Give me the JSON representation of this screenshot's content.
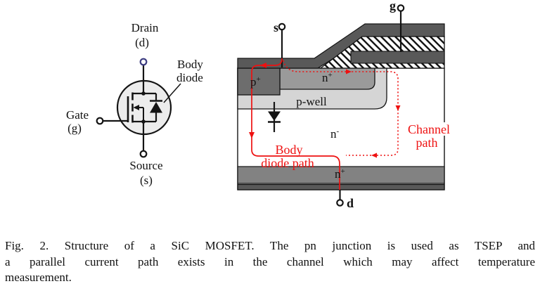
{
  "colors": {
    "metal_gray": "#595959",
    "p_plus_gray": "#6d6d6d",
    "n_plus_gray": "#9a9a9a",
    "p_well_gray": "#d5d5d5",
    "substrate_gray": "#828282",
    "symbol_fill": "#ececec",
    "path_red": "#ee1111",
    "drain_terminal_blue": "#3c3c80",
    "line_black": "#141414"
  },
  "symbol": {
    "drain_label": "Drain",
    "drain_abbr": "(d)",
    "gate_label": "Gate",
    "gate_abbr": "(g)",
    "source_label": "Source",
    "source_abbr": "(s)",
    "body_diode_line1": "Body",
    "body_diode_line2": "diode"
  },
  "structure": {
    "source_terminal": "s",
    "gate_terminal": "g",
    "drain_terminal": "d",
    "p_plus": {
      "base": "p",
      "sup": "+"
    },
    "n_plus_source": {
      "base": "n",
      "sup": "+"
    },
    "p_well": "p-well",
    "n_minus": {
      "base": "n",
      "sup": "-"
    },
    "n_plus_substrate": {
      "base": "n",
      "sup": "+"
    },
    "body_path_line1": "Body",
    "body_path_line2": "diode path",
    "channel_path_line1": "Channel",
    "channel_path_line2": "path"
  },
  "caption": {
    "line1": "Fig. 2.  Structure of a SiC MOSFET. The pn junction is used as TSEP and",
    "line2": "a parallel current path exists in the channel which may affect temperature",
    "line3": "measurement."
  }
}
